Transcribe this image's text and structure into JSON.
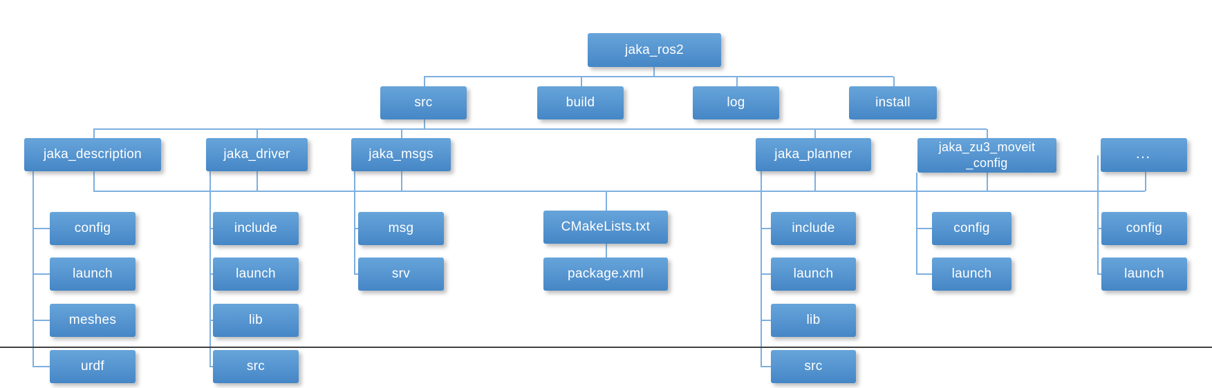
{
  "colors": {
    "node_fill_top": "#66a4da",
    "node_fill_bottom": "#4586c6",
    "node_text": "#ffffff",
    "connector": "#7dafdf",
    "bottom_rule": "#3f3f3f",
    "background": "#ffffff"
  },
  "tree": {
    "root": {
      "label": "jaka_ros2"
    },
    "workspace_dirs": [
      {
        "label": "src"
      },
      {
        "label": "build"
      },
      {
        "label": "log"
      },
      {
        "label": "install"
      }
    ],
    "packages": [
      {
        "label": "jaka_description",
        "children": [
          {
            "label": "config"
          },
          {
            "label": "launch"
          },
          {
            "label": "meshes"
          },
          {
            "label": "urdf"
          }
        ]
      },
      {
        "label": "jaka_driver",
        "children": [
          {
            "label": "include"
          },
          {
            "label": "launch"
          },
          {
            "label": "lib"
          },
          {
            "label": "src"
          }
        ]
      },
      {
        "label": "jaka_msgs",
        "children": [
          {
            "label": "msg"
          },
          {
            "label": "srv"
          }
        ]
      },
      {
        "label": "jaka_planner",
        "children": [
          {
            "label": "include"
          },
          {
            "label": "launch"
          },
          {
            "label": "lib"
          },
          {
            "label": "src"
          }
        ]
      },
      {
        "label": "jaka_zu3_moveit_config",
        "lines": [
          "jaka_zu3_moveit",
          "_config"
        ],
        "children": [
          {
            "label": "config"
          },
          {
            "label": "launch"
          }
        ]
      },
      {
        "label": "...",
        "children": [
          {
            "label": "config"
          },
          {
            "label": "launch"
          }
        ]
      }
    ],
    "shared_files": [
      {
        "label": "CMakeLists.txt"
      },
      {
        "label": "package.xml"
      }
    ]
  }
}
